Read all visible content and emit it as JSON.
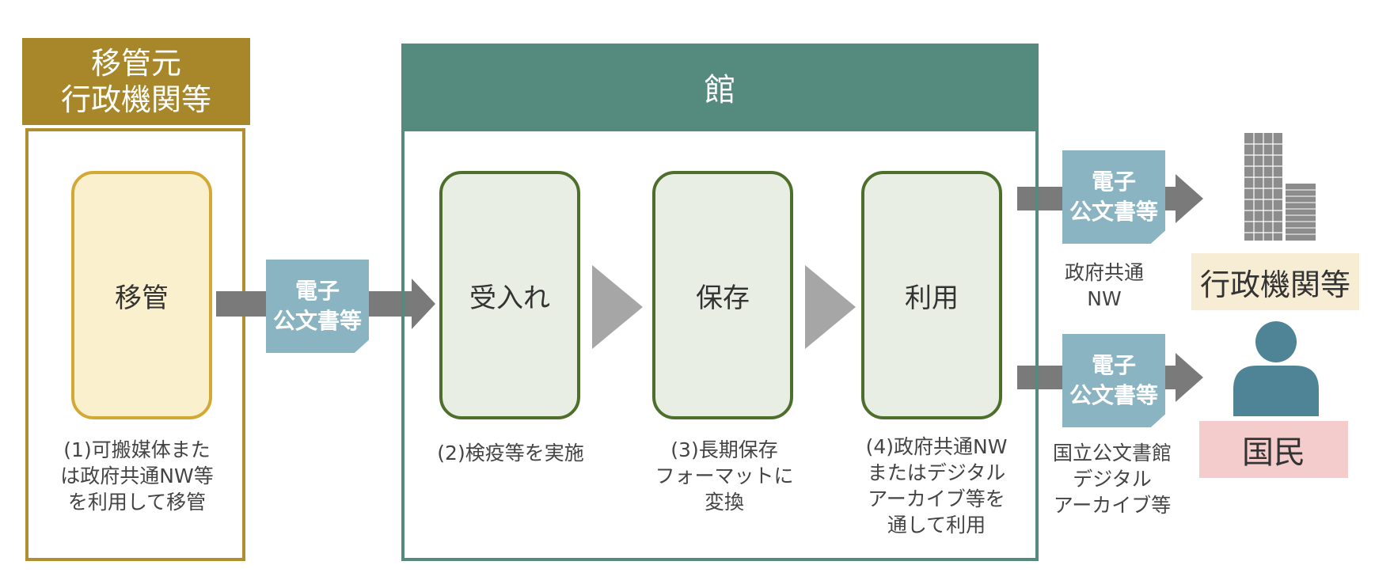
{
  "source_org": {
    "title_line1": "移管元",
    "title_line2": "行政機関等",
    "step_label": "移管",
    "caption_line1": "(1)可搬媒体また",
    "caption_line2": "は政府共通NW等",
    "caption_line3": "を利用して移管"
  },
  "archive": {
    "title": "館",
    "steps": [
      {
        "label": "受入れ",
        "caption_lines": [
          "(2)検疫等を実施"
        ]
      },
      {
        "label": "保存",
        "caption_lines": [
          "(3)長期保存",
          "フォーマットに",
          "変換"
        ]
      },
      {
        "label": "利用",
        "caption_lines": [
          "(4)政府共通NW",
          "またはデジタル",
          "アーカイブ等を",
          "通して利用"
        ]
      }
    ]
  },
  "document_badge": {
    "line1": "電子",
    "line2": "公文書等"
  },
  "outputs": {
    "gov_channel_line1": "政府共通",
    "gov_channel_line2": "NW",
    "public_channel_line1": "国立公文書館",
    "public_channel_line2": "デジタル",
    "public_channel_line3": "アーカイブ等",
    "gov_label": "行政機関等",
    "people_label": "国民"
  },
  "colors": {
    "gold": "#a8872a",
    "teal": "#558b7f",
    "doc_blue": "#8ab4c1",
    "arrow_gray": "#7a7a7a",
    "chevron_gray": "#a6a6a6",
    "person_blue": "#4f8496"
  }
}
